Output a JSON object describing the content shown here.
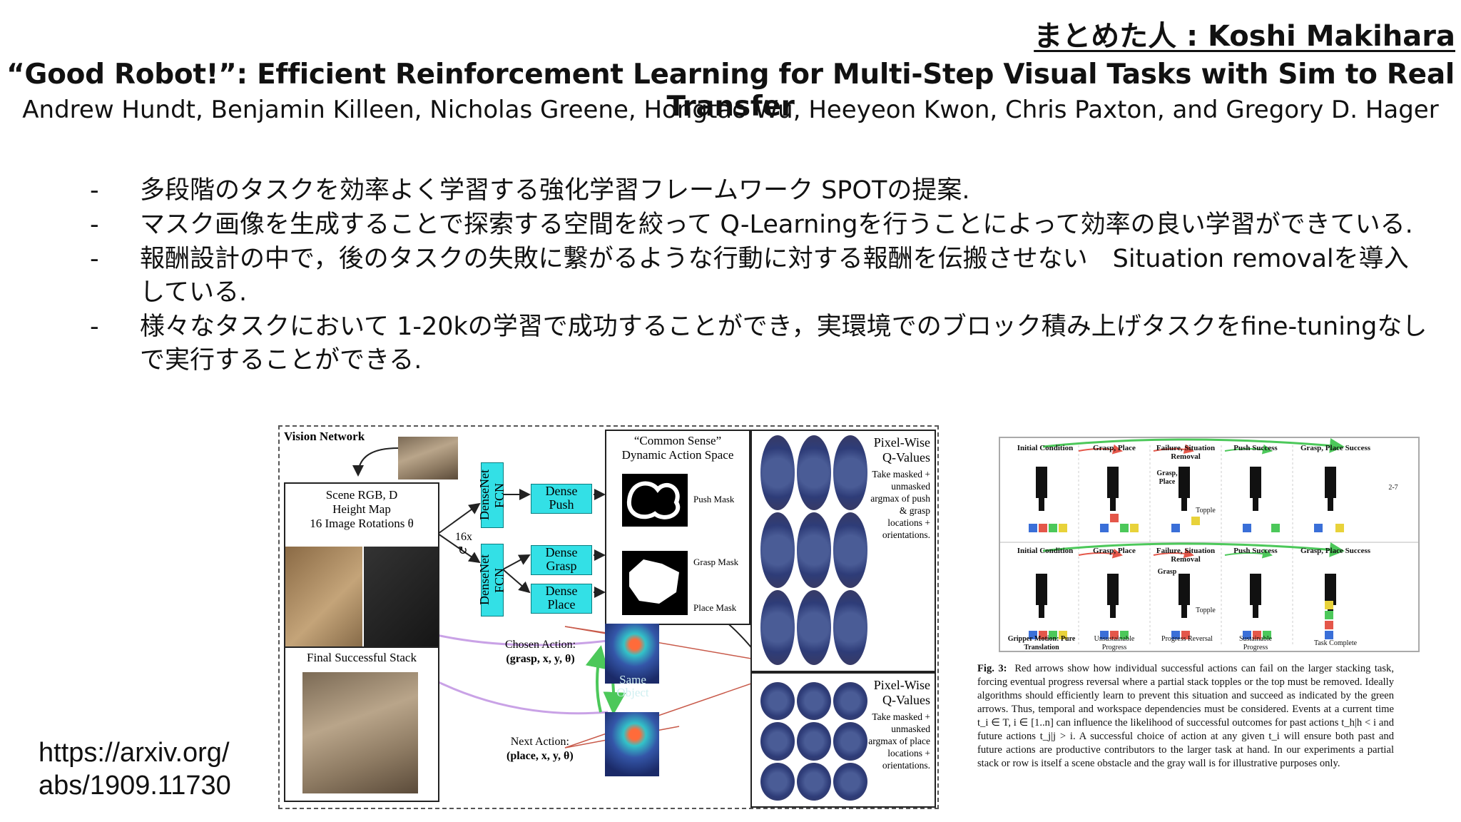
{
  "header": {
    "author_label": "まとめた人 : Koshi Makihara",
    "title": "“Good Robot!”: Efficient Reinforcement Learning for Multi-Step Visual Tasks with Sim to Real Transfer",
    "authors": "Andrew Hundt, Benjamin Killeen, Nicholas Greene, Hongtao Wu, Heeyeon Kwon, Chris Paxton, and Gregory D. Hager"
  },
  "bullets": [
    {
      "dash": "-",
      "text": "多段階のタスクを効率よく学習する強化学習フレームワーク SPOTの提案."
    },
    {
      "dash": "-",
      "text": "マスク画像を生成することで探索する空間を絞って Q-Learningを行うことによって効率の良い学習ができている."
    },
    {
      "dash": "-",
      "text": "報酬設計の中で，後のタスクの失敗に繋がるような行動に対する報酬を伝搬させない　Situation removalを導入している."
    },
    {
      "dash": "-",
      "text": "様々なタスクにおいて 1-20kの学習で成功することができ，実環境でのブロック積み上げタスクをfine-tuningなしで実行することができる."
    }
  ],
  "link": {
    "line1": "https://arxiv.org/",
    "line2": "abs/1909.11730"
  },
  "figure1": {
    "vision_network": "Vision Network",
    "scene_line1": "Scene RGB, D",
    "scene_line2": "Height Map",
    "scene_line3": "16 Image Rotations θ",
    "rot_label": "16x",
    "rot_symbol": "↻",
    "densenet1": "DenseNet FCN",
    "densenet2": "DenseNet FCN",
    "dense_push": "Dense Push",
    "dense_grasp": "Dense Grasp",
    "dense_place": "Dense Place",
    "common_sense_line1": "“Common Sense”",
    "common_sense_line2": "Dynamic Action Space",
    "push_mask": "Push Mask",
    "grasp_mask": "Grasp Mask",
    "place_mask": "Place Mask",
    "chosen_action": "Chosen Action:",
    "chosen_action_args": "(grasp, x, y, θ)",
    "next_action": "Next Action:",
    "next_action_args": "(place, x, y, θ)",
    "same_object": "Same Object",
    "final_stack": "Final Successful Stack",
    "pixel_wise_top_title": "Pixel-Wise Q-Values",
    "pixel_wise_top_desc": "Take masked + unmasked argmax of push & grasp locations + orientations.",
    "pixel_wise_bottom_title": "Pixel-Wise Q-Values",
    "pixel_wise_bottom_desc": "Take masked + unmasked argmax of place locations + orientations."
  },
  "figure2": {
    "top_row": [
      "Initial Condition",
      "Grasp, Place",
      "Failure, Situation Removal",
      "Push Success",
      "Grasp, Place Success"
    ],
    "bottom_row": [
      "Initial Condition",
      "Grasp, Place",
      "Failure, Situation Removal",
      "Push Success",
      "Grasp, Place Success"
    ],
    "top_annotations": {
      "grasp_place": "Grasp, Place",
      "topple": "Topple",
      "count": "2-7"
    },
    "bottom_annotations": {
      "grasp": "Grasp",
      "topple": "Topple"
    },
    "motion_labels": [
      "Gripper Motion: Pure Translation",
      "Unsustainable Progress",
      "Progress Reversal",
      "Sustainable Progress",
      "Task Complete"
    ]
  },
  "caption": {
    "label": "Fig. 3:",
    "text": "Red arrows show how individual successful actions can fail on the larger stacking task, forcing eventual progress reversal where a partial stack topples or the top must be removed. Ideally algorithms should efficiently learn to prevent this situation and succeed as indicated by the green arrows. Thus, temporal and workspace dependencies must be considered. Events at a current time t_i ∈ T, i ∈ [1..n] can influence the likelihood of successful outcomes for past actions t_h|h < i and future actions t_j|j > i. A successful choice of action at any given t_i will ensure both past and future actions are productive contributors to the larger task at hand. In our experiments a partial stack or row is itself a scene obstacle and the gray wall is for illustrative purposes only."
  },
  "colors": {
    "cyan_block": "#33e0e6",
    "arrow_green": "#4cc85a",
    "arrow_red": "#e4574a",
    "arrow_purple": "#c9a2e6"
  }
}
